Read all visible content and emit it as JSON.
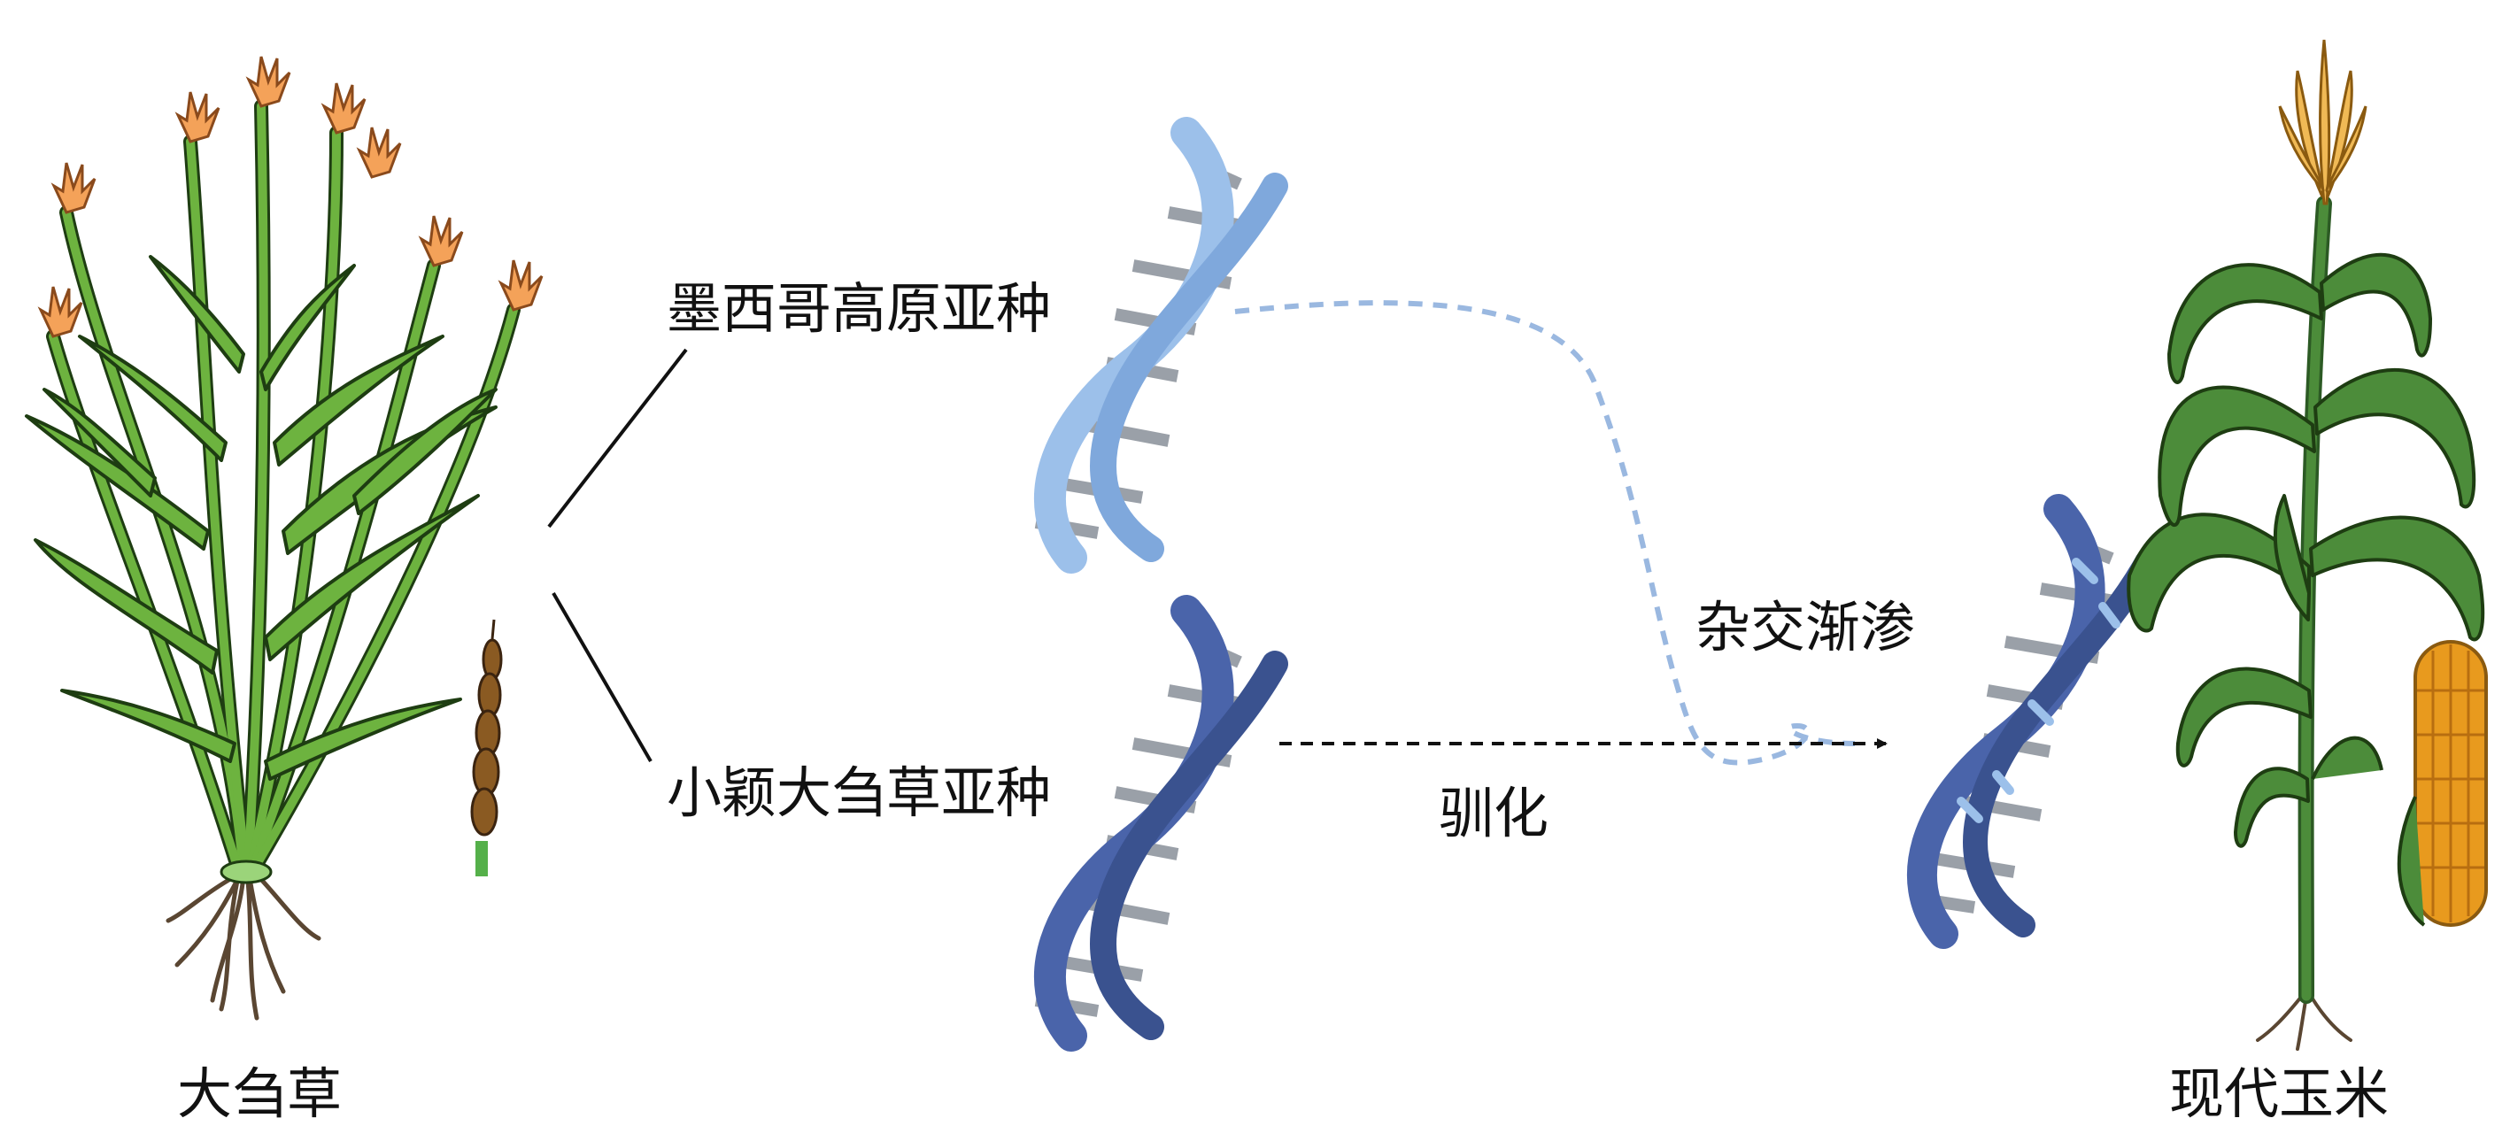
{
  "labels": {
    "teosinte": "大刍草",
    "mexicana": "墨西哥高原亚种",
    "parviglumis": "小颖大刍草亚种",
    "introgression": "杂交渐渗",
    "domestication": "驯化",
    "modern_maize": "现代玉米"
  },
  "colors": {
    "plant_green": "#6db33f",
    "plant_outline": "#1e3d12",
    "tassel_orange": "#f4a259",
    "seed_brown": "#8a5a22",
    "mexicana_dna": "#9cc0ea",
    "parviglumis_dna": "#4a64aa",
    "maize_leaf": "#4c8c3a",
    "maize_ear": "#e89a1e",
    "introgression_line": "#9ab8e0",
    "domestication_line": "#111111"
  },
  "icons": [
    "teosinte-plant",
    "teosinte-seed-spike",
    "dna-helix-mexicana",
    "dna-helix-parviglumis",
    "dna-helix-maize",
    "maize-plant",
    "maize-ear"
  ]
}
